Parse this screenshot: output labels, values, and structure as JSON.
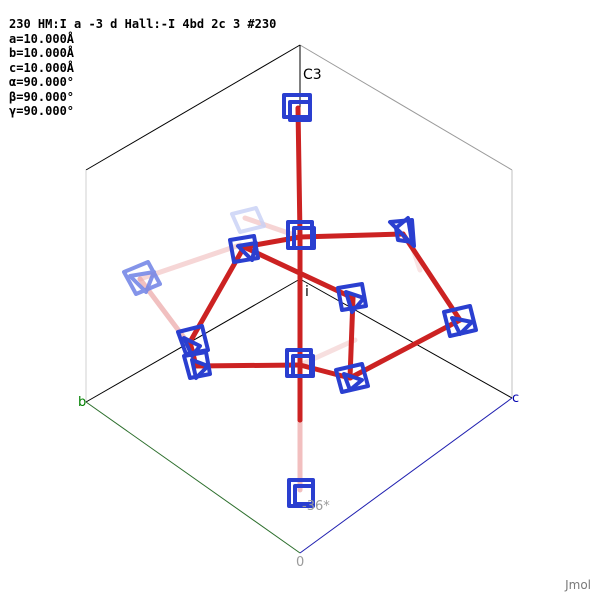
{
  "app": {
    "name": "Jmol"
  },
  "info": {
    "lines": [
      "230 HM:I a -3 d Hall:-I 4bd 2c 3 #230",
      "a=10.000Å",
      "b=10.000Å",
      "c=10.000Å",
      "α=90.000°",
      "β=90.000°",
      "γ=90.000°"
    ]
  },
  "axes": {
    "origin": "0",
    "b": "b",
    "c": "c",
    "colors": {
      "b": "#008000",
      "c": "#0000b0",
      "origin": "#9a9a9a"
    }
  },
  "labels": {
    "top_axis": "C3",
    "inversion": "i",
    "bottom_axis": "-36*"
  },
  "colors": {
    "bond": "#cc2222",
    "atom_frame": "#2a3fd0",
    "cell_edge": "#000000"
  }
}
